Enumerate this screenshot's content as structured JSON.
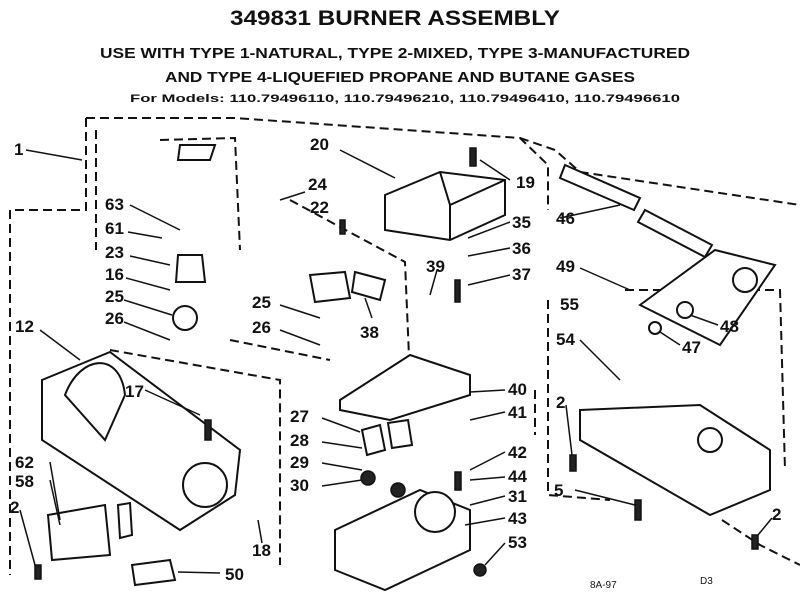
{
  "header": {
    "title": "349831 BURNER ASSEMBLY",
    "line1": "USE WITH TYPE 1-NATURAL, TYPE 2-MIXED, TYPE 3-MANUFACTURED",
    "line2": "AND TYPE 4-LIQUEFIED PROPANE AND BUTANE GASES",
    "models": "For Models: 110.79496110, 110.79496210, 110.79496410, 110.79496610"
  },
  "parts": {
    "p1": "1",
    "p20": "20",
    "p19": "19",
    "p24": "24",
    "p22": "22",
    "p63": "63",
    "p61": "61",
    "p23": "23",
    "p16": "16",
    "p25a": "25",
    "p26a": "26",
    "p25b": "25",
    "p26b": "26",
    "p38": "38",
    "p39": "39",
    "p35": "35",
    "p36": "36",
    "p37": "37",
    "p46": "46",
    "p49": "49",
    "p55": "55",
    "p54": "54",
    "p48": "48",
    "p47": "47",
    "p12": "12",
    "p17": "17",
    "p27": "27",
    "p28": "28",
    "p29": "29",
    "p30": "30",
    "p40": "40",
    "p41": "41",
    "p42": "42",
    "p44": "44",
    "p31": "31",
    "p43": "43",
    "p53": "53",
    "p62": "62",
    "p58": "58",
    "p2a": "2",
    "p18": "18",
    "p50": "50",
    "p2b": "2",
    "p5": "5",
    "p2c": "2"
  },
  "footer": {
    "code": "8A-97",
    "page": "D3"
  }
}
